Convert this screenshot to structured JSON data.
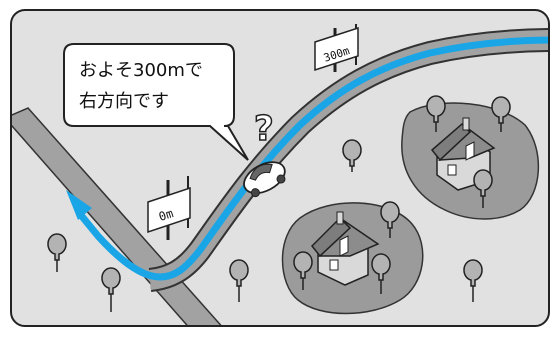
{
  "callout": {
    "line1": "およそ300mで",
    "line2": "右方向です"
  },
  "signs": {
    "far": "300m",
    "near": "0m"
  },
  "colors": {
    "ground": "#e1e1e1",
    "road": "#a2a2a2",
    "route": "#1aa6e6",
    "garden": "#9b9b9b",
    "house_roof": "#7d7d7d",
    "tree": "#b3b3b3"
  }
}
